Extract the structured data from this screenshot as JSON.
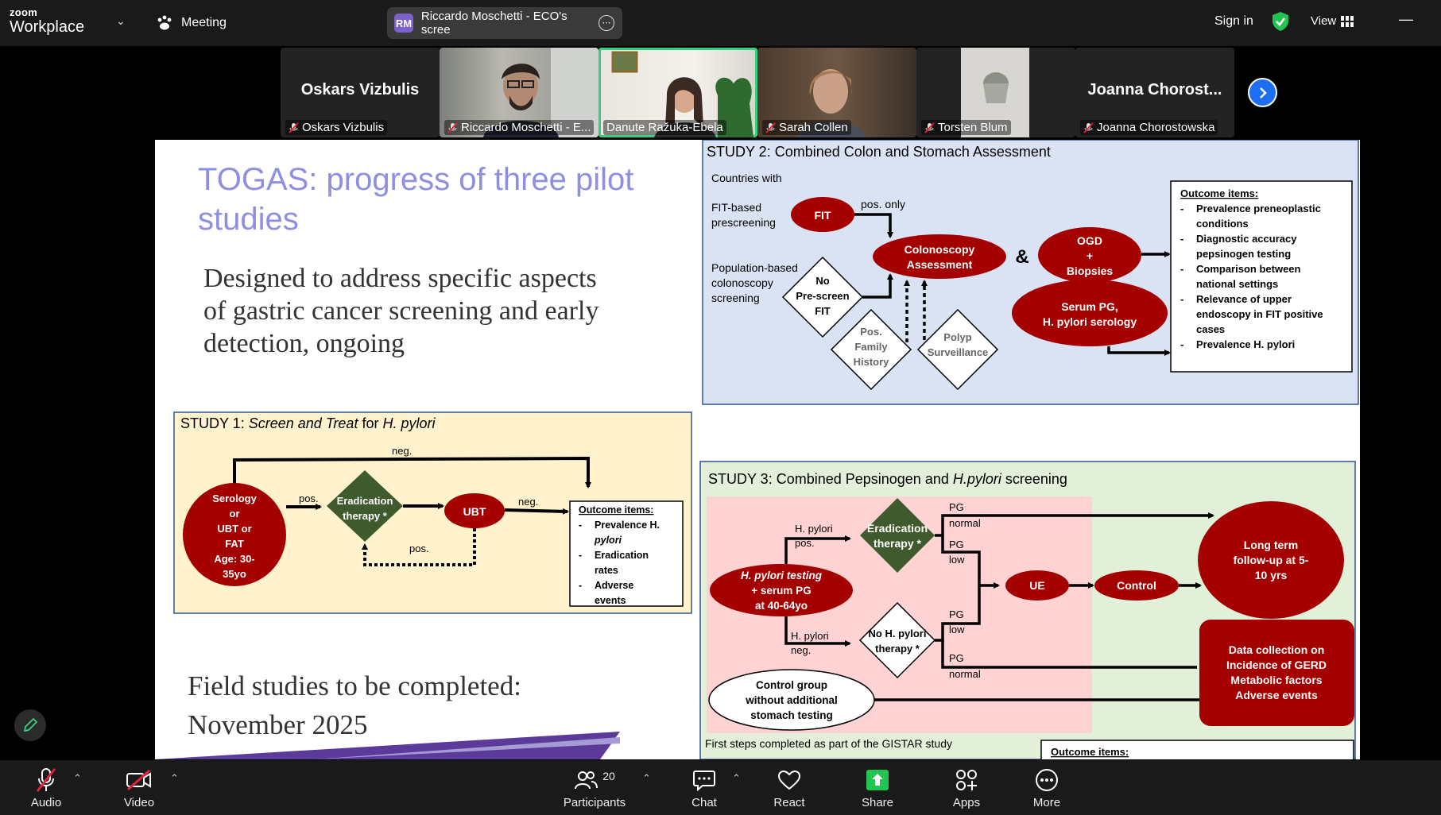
{
  "app": {
    "brand_top": "zoom",
    "brand_bottom": "Workplace",
    "meeting_label": "Meeting"
  },
  "share_pill": {
    "initials": "RM",
    "text": "Riccardo Moschetti - ECO's scree"
  },
  "top_right": {
    "sign_in": "Sign in",
    "view": "View"
  },
  "gallery": [
    {
      "big_name": "Oskars Vizbulis",
      "name": "Oskars Vizbulis"
    },
    {
      "big_name": "",
      "name": "Riccardo Moschetti - E..."
    },
    {
      "big_name": "",
      "name": "Danute Ražuka-Ebela"
    },
    {
      "big_name": "",
      "name": "Sarah Collen"
    },
    {
      "big_name": "",
      "name": "Torsten Blum"
    },
    {
      "big_name": "Joanna  Chorost...",
      "name": "Joanna Chorostowska"
    }
  ],
  "slide": {
    "title": "TOGAS: progress of three pilot studies",
    "body": "Designed to address specific aspects of gastric cancer screening and early detection, ongoing",
    "footer_line1": "Field studies to be completed:",
    "footer_line2": "November 2025",
    "study1": {
      "title_prefix": "STUDY 1: ",
      "title_italic": "Screen and Treat",
      "title_mid": " for ",
      "title_italic2": "H. pylori",
      "serology": [
        "Serology",
        "or",
        "UBT or",
        "FAT",
        "Age: 30-",
        "35yo"
      ],
      "eradication": [
        "Eradication",
        "therapy *"
      ],
      "ubt": "UBT",
      "label_neg_top": "neg.",
      "label_pos": "pos.",
      "label_neg": "neg.",
      "label_pos_bottom": "pos.",
      "outcome_title": "Outcome items:",
      "outcome_lines": [
        "Prevalence H.",
        "pylori",
        "Eradication",
        "rates",
        "Adverse",
        "events"
      ]
    },
    "study2": {
      "title": "STUDY 2: Combined Colon and Stomach Assessment",
      "countries_with": "Countries with",
      "fit_prescreening": [
        "FIT-based",
        "prescreening"
      ],
      "population_based": [
        "Population-based",
        "colonoscopy",
        "screening"
      ],
      "fit": "FIT",
      "pos_only": "pos. only",
      "colonoscopy": [
        "Colonoscopy",
        "Assessment"
      ],
      "amp": "&",
      "ogd": [
        "OGD",
        "+",
        "Biopsies"
      ],
      "serum": [
        "Serum PG,",
        "H. pylori serology"
      ],
      "no_prescreen": [
        "No",
        "Pre-screen",
        "FIT"
      ],
      "family": [
        "Pos.",
        "Family",
        "History"
      ],
      "polyp": [
        "Polyp",
        "Surveillance"
      ],
      "outcome_title": "Outcome items:",
      "outcome_lines": [
        "Prevalence preneoplastic",
        "conditions",
        "Diagnostic accuracy",
        "pepsinogen testing",
        "Comparison between",
        "national settings",
        "Relevance of upper",
        "endoscopy in FIT positive",
        "cases",
        "Prevalence H. pylori"
      ]
    },
    "study3": {
      "title_prefix": "STUDY 3: Combined Pepsinogen and ",
      "title_italic": "H.pylori",
      "title_suffix": " screening",
      "hp_testing": [
        "H. pylori testing",
        "+ serum PG",
        "at 40-64yo"
      ],
      "hp_pos": [
        "H. pylori",
        "pos."
      ],
      "hp_neg": [
        "H. pylori",
        "neg."
      ],
      "eradication": [
        "Eradication",
        "therapy *"
      ],
      "no_hp": [
        "No H. pylori",
        "therapy *"
      ],
      "pg_normal": [
        "PG",
        "normal"
      ],
      "pg_low": [
        "PG",
        "low"
      ],
      "ue": "UE",
      "control": "Control",
      "long_term": [
        "Long term",
        "follow-up at 5-",
        "10 yrs"
      ],
      "data_collection": [
        "Data collection on",
        "Incidence of GERD",
        "Metabolic factors",
        "Adverse events"
      ],
      "control_group": [
        "Control group",
        "without additional",
        "stomach testing"
      ],
      "first_steps": "First steps completed as part of the GISTAR study",
      "outcome_title": "Outcome items:"
    }
  },
  "toolbar": {
    "audio": "Audio",
    "video": "Video",
    "participants": "Participants",
    "participants_count": "20",
    "chat": "Chat",
    "react": "React",
    "share": "Share",
    "apps": "Apps",
    "more": "More"
  },
  "colors": {
    "accent_blue": "#1d6ef5",
    "share_green": "#23c552",
    "dark_red": "#a50000",
    "dark_green": "#3f5a2c",
    "study1_bg": "#fff2cc",
    "study2_bg": "#dae3f3",
    "study3_bg": "#e2f0d9",
    "study3_pink": "#ffd3d3"
  }
}
